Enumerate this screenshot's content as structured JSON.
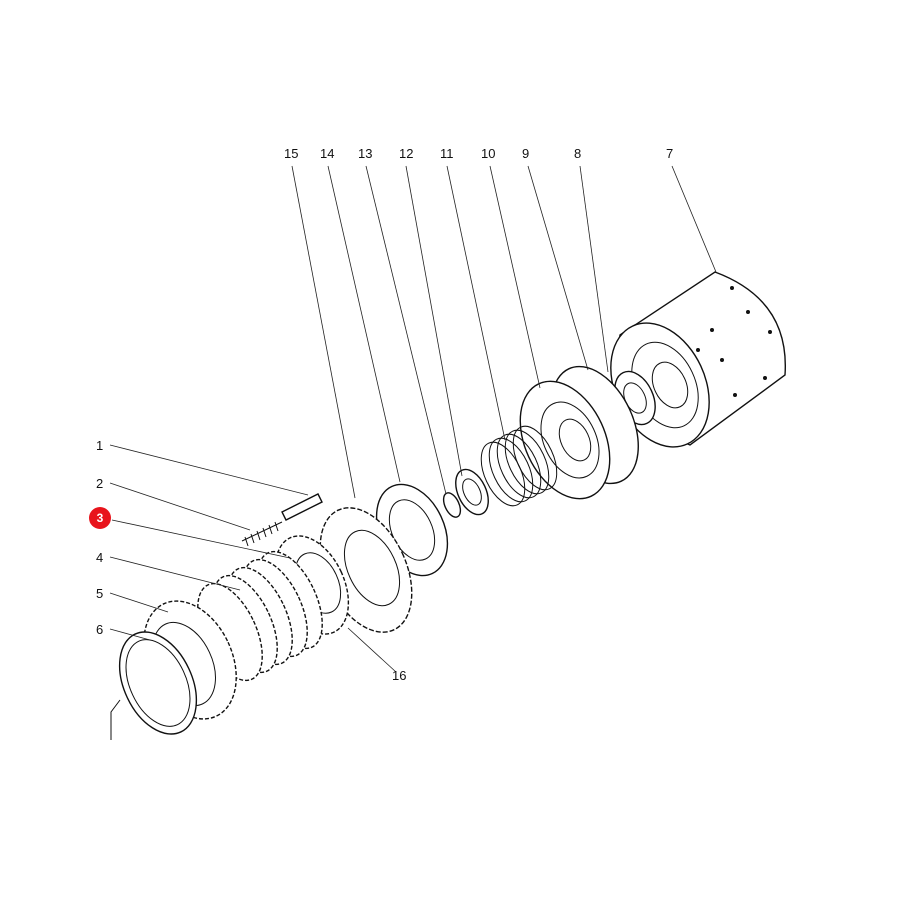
{
  "diagram": {
    "highlight_color": "#e8141c",
    "line_color": "#222222",
    "callouts": [
      {
        "id": "c1",
        "label": "1",
        "highlighted": false
      },
      {
        "id": "c2",
        "label": "2",
        "highlighted": false
      },
      {
        "id": "c3",
        "label": "3",
        "highlighted": true
      },
      {
        "id": "c4",
        "label": "4",
        "highlighted": false
      },
      {
        "id": "c5",
        "label": "5",
        "highlighted": false
      },
      {
        "id": "c6",
        "label": "6",
        "highlighted": false
      },
      {
        "id": "c7",
        "label": "7",
        "highlighted": false
      },
      {
        "id": "c8",
        "label": "8",
        "highlighted": false
      },
      {
        "id": "c9",
        "label": "9",
        "highlighted": false
      },
      {
        "id": "c10",
        "label": "10",
        "highlighted": false
      },
      {
        "id": "c11",
        "label": "11",
        "highlighted": false
      },
      {
        "id": "c12",
        "label": "12",
        "highlighted": false
      },
      {
        "id": "c13",
        "label": "13",
        "highlighted": false
      },
      {
        "id": "c14",
        "label": "14",
        "highlighted": false
      },
      {
        "id": "c15",
        "label": "15",
        "highlighted": false
      },
      {
        "id": "c16",
        "label": "16",
        "highlighted": false
      }
    ]
  }
}
